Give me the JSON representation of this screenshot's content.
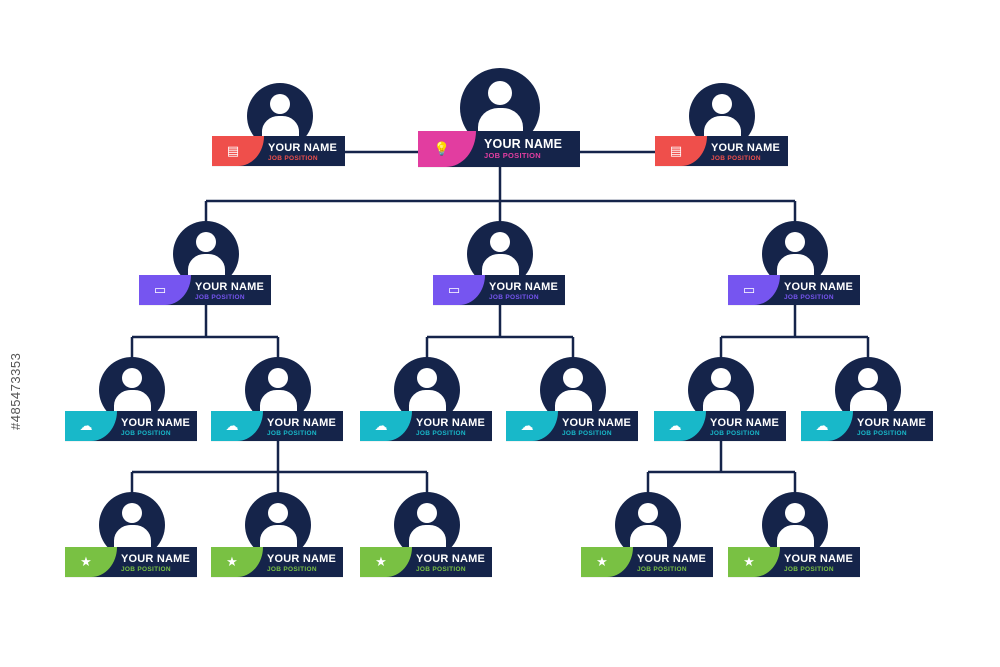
{
  "colors": {
    "navy": "#15244a",
    "connector": "#15244a",
    "red": "#ef4f4b",
    "magenta": "#e23da0",
    "purple": "#7655f0",
    "teal": "#18b8c9",
    "green": "#79c143"
  },
  "watermark": "#485473353",
  "nodes": [
    {
      "id": "top-left",
      "name": "YOUR NAME",
      "position": "JOB POSITION",
      "color": "red",
      "icon": "document-icon",
      "glyph": "▤"
    },
    {
      "id": "top-center",
      "name": "YOUR NAME",
      "position": "JOB POSITION",
      "color": "magenta",
      "icon": "lightbulb-icon",
      "glyph": "💡"
    },
    {
      "id": "top-right",
      "name": "YOUR NAME",
      "position": "JOB POSITION",
      "color": "red",
      "icon": "document-icon",
      "glyph": "▤"
    },
    {
      "id": "mgr-left",
      "name": "YOUR NAME",
      "position": "JOB POSITION",
      "color": "purple",
      "icon": "folder-icon",
      "glyph": "▭"
    },
    {
      "id": "mgr-center",
      "name": "YOUR NAME",
      "position": "JOB POSITION",
      "color": "purple",
      "icon": "folder-icon",
      "glyph": "▭"
    },
    {
      "id": "mgr-right",
      "name": "YOUR NAME",
      "position": "JOB POSITION",
      "color": "purple",
      "icon": "folder-icon",
      "glyph": "▭"
    },
    {
      "id": "lead-1",
      "name": "YOUR NAME",
      "position": "JOB POSITION",
      "color": "teal",
      "icon": "cloud-icon",
      "glyph": "☁"
    },
    {
      "id": "lead-2",
      "name": "YOUR NAME",
      "position": "JOB POSITION",
      "color": "teal",
      "icon": "cloud-icon",
      "glyph": "☁"
    },
    {
      "id": "lead-3",
      "name": "YOUR NAME",
      "position": "JOB POSITION",
      "color": "teal",
      "icon": "cloud-icon",
      "glyph": "☁"
    },
    {
      "id": "lead-4",
      "name": "YOUR NAME",
      "position": "JOB POSITION",
      "color": "teal",
      "icon": "cloud-icon",
      "glyph": "☁"
    },
    {
      "id": "lead-5",
      "name": "YOUR NAME",
      "position": "JOB POSITION",
      "color": "teal",
      "icon": "cloud-icon",
      "glyph": "☁"
    },
    {
      "id": "lead-6",
      "name": "YOUR NAME",
      "position": "JOB POSITION",
      "color": "teal",
      "icon": "cloud-icon",
      "glyph": "☁"
    },
    {
      "id": "staff-1",
      "name": "YOUR NAME",
      "position": "JOB POSITION",
      "color": "green",
      "icon": "star-icon",
      "glyph": "★"
    },
    {
      "id": "staff-2",
      "name": "YOUR NAME",
      "position": "JOB POSITION",
      "color": "green",
      "icon": "star-icon",
      "glyph": "★"
    },
    {
      "id": "staff-3",
      "name": "YOUR NAME",
      "position": "JOB POSITION",
      "color": "green",
      "icon": "star-icon",
      "glyph": "★"
    },
    {
      "id": "staff-4",
      "name": "YOUR NAME",
      "position": "JOB POSITION",
      "color": "green",
      "icon": "star-icon",
      "glyph": "★"
    },
    {
      "id": "staff-5",
      "name": "YOUR NAME",
      "position": "JOB POSITION",
      "color": "green",
      "icon": "star-icon",
      "glyph": "★"
    }
  ],
  "edges": [
    [
      "top-center",
      "top-left"
    ],
    [
      "top-center",
      "top-right"
    ],
    [
      "top-center",
      "mgr-left"
    ],
    [
      "top-center",
      "mgr-center"
    ],
    [
      "top-center",
      "mgr-right"
    ],
    [
      "mgr-left",
      "lead-1"
    ],
    [
      "mgr-left",
      "lead-2"
    ],
    [
      "mgr-center",
      "lead-3"
    ],
    [
      "mgr-center",
      "lead-4"
    ],
    [
      "mgr-right",
      "lead-5"
    ],
    [
      "mgr-right",
      "lead-6"
    ],
    [
      "lead-2",
      "staff-1"
    ],
    [
      "lead-2",
      "staff-2"
    ],
    [
      "lead-2",
      "staff-3"
    ],
    [
      "lead-5",
      "staff-4"
    ],
    [
      "lead-5",
      "staff-5"
    ]
  ]
}
